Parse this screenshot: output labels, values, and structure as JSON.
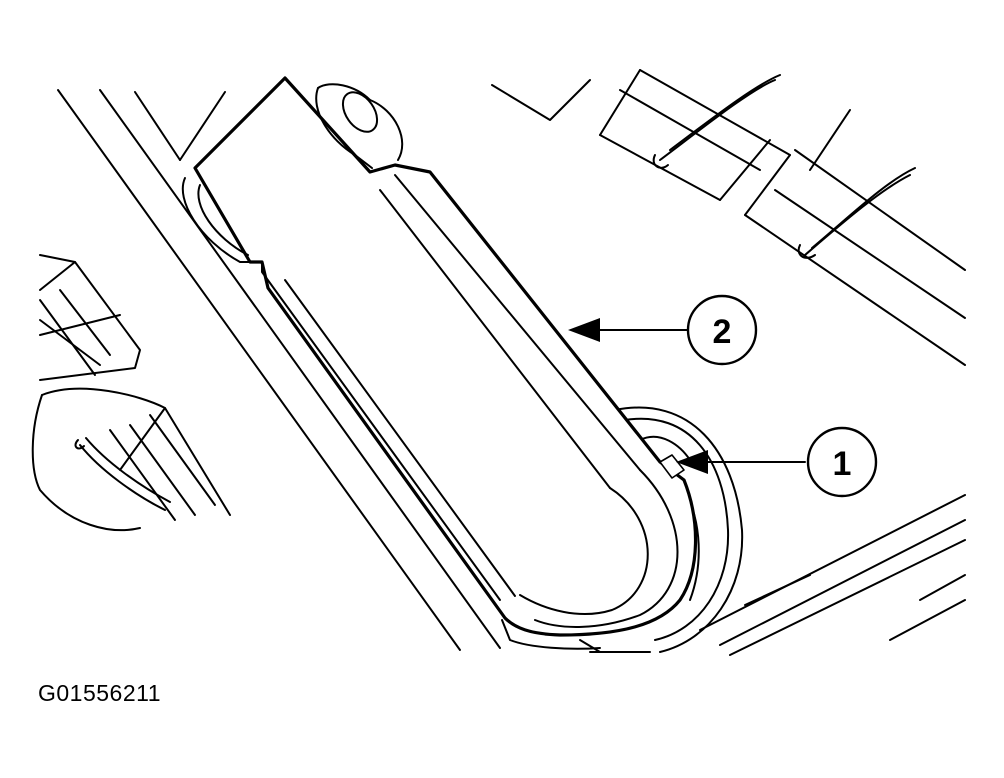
{
  "callouts": [
    {
      "number": "1"
    },
    {
      "number": "2"
    }
  ],
  "figure_code": "G01556211"
}
